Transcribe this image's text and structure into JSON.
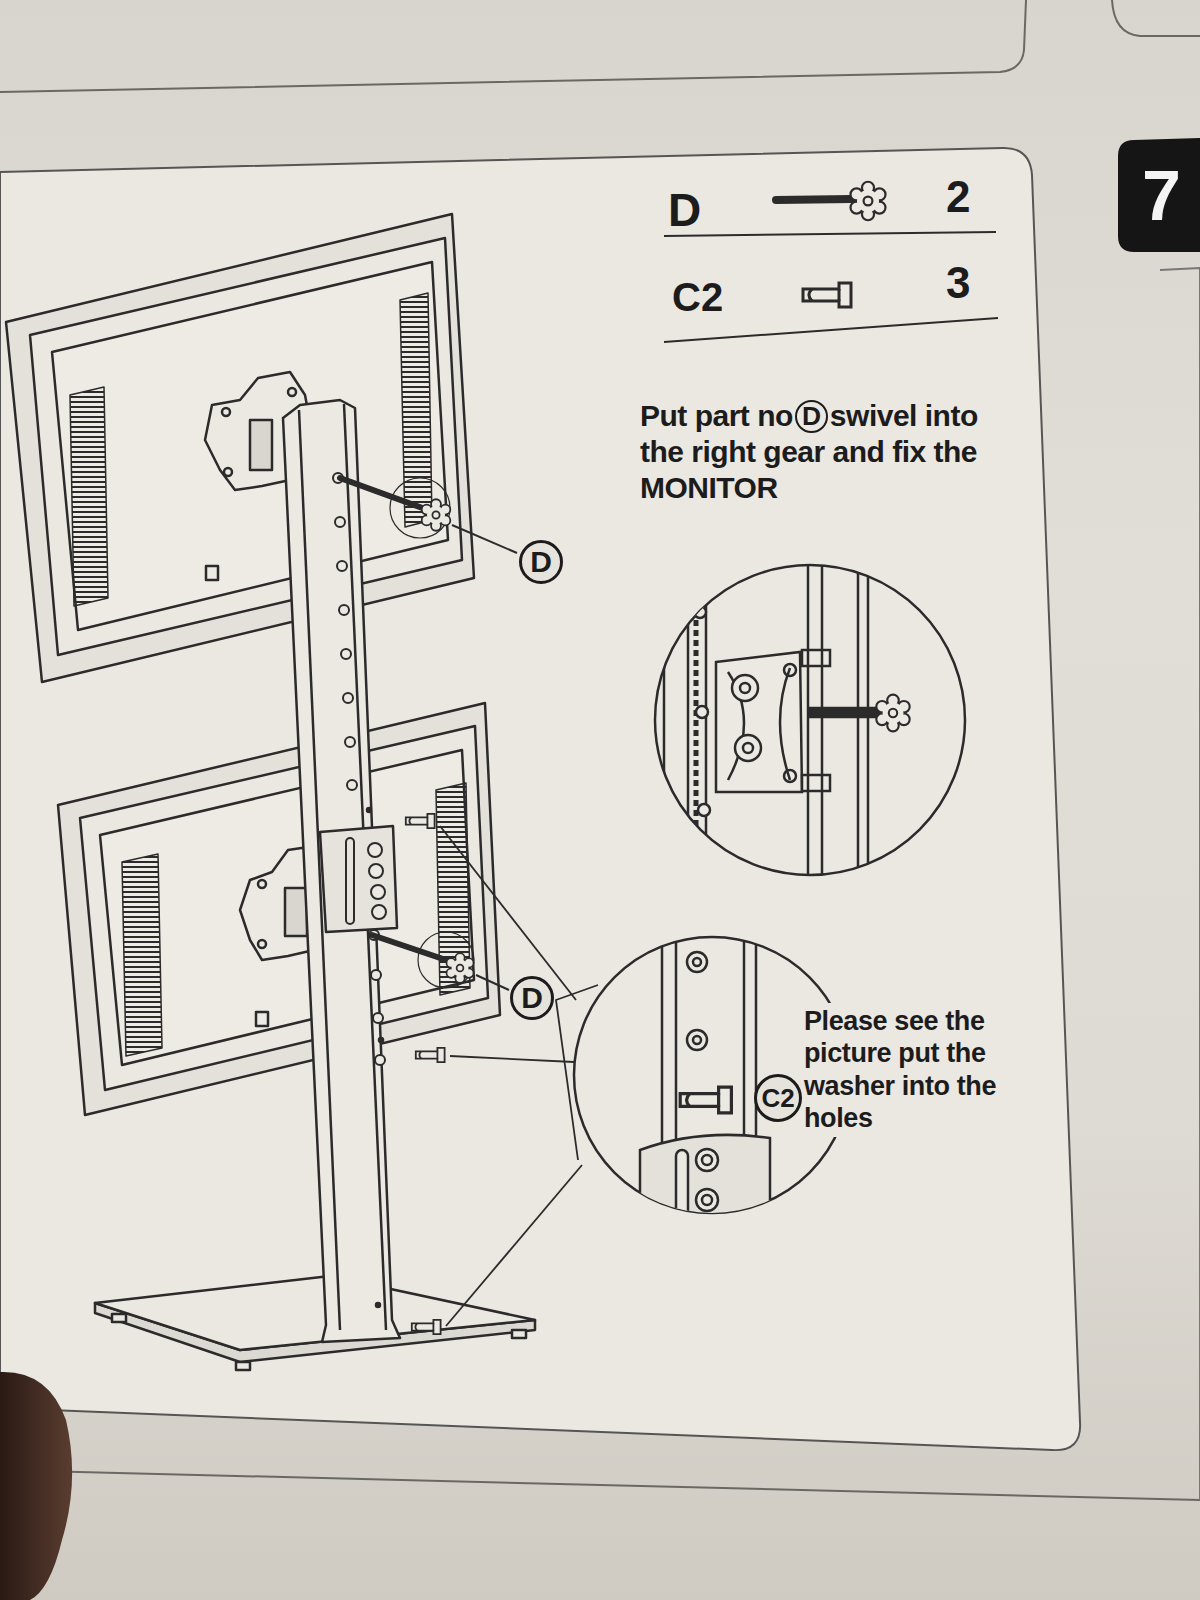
{
  "diagram": {
    "nodes": [
      {
        "text": [
          "D"
        ]
      },
      {
        "text": [
          "D"
        ]
      },
      {
        "text": [
          "C2"
        ]
      }
    ],
    "labels": [
      "D",
      "2",
      "C2",
      "3",
      "Put part no",
      "D",
      "swivel into the right gear and fix the MONITOR",
      "Please see the picture put the washer into the holes",
      "7"
    ]
  }
}
